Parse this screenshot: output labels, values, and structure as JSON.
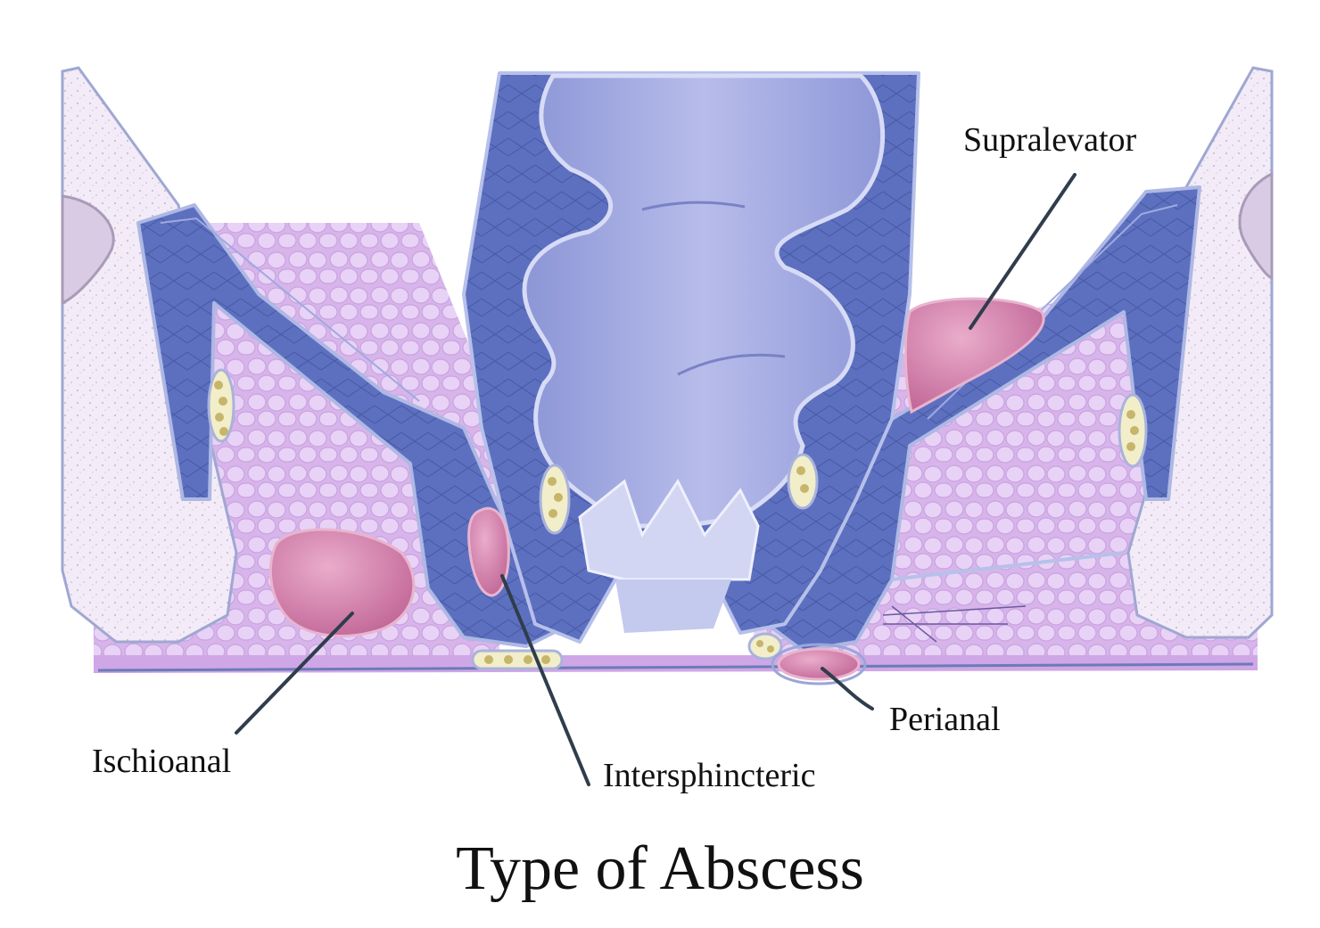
{
  "title": "Type of Abscess",
  "labels": {
    "supralevator": "Supralevator",
    "ischioanal": "Ischioanal",
    "intersphincteric": "Intersphincteric",
    "perianal": "Perianal"
  },
  "colors": {
    "muscle": "#5f73c2",
    "muscle_light": "#8393d4",
    "rectum": "#9aa2dc",
    "rectum_light": "#c3c6ee",
    "fat": "#d9b7ec",
    "fat_cell": "#e7d0f5",
    "bone": "#f0e6f5",
    "abscess": "#c46d9c",
    "abscess_light": "#e7a6c6",
    "leader": "#2f3d4c"
  }
}
